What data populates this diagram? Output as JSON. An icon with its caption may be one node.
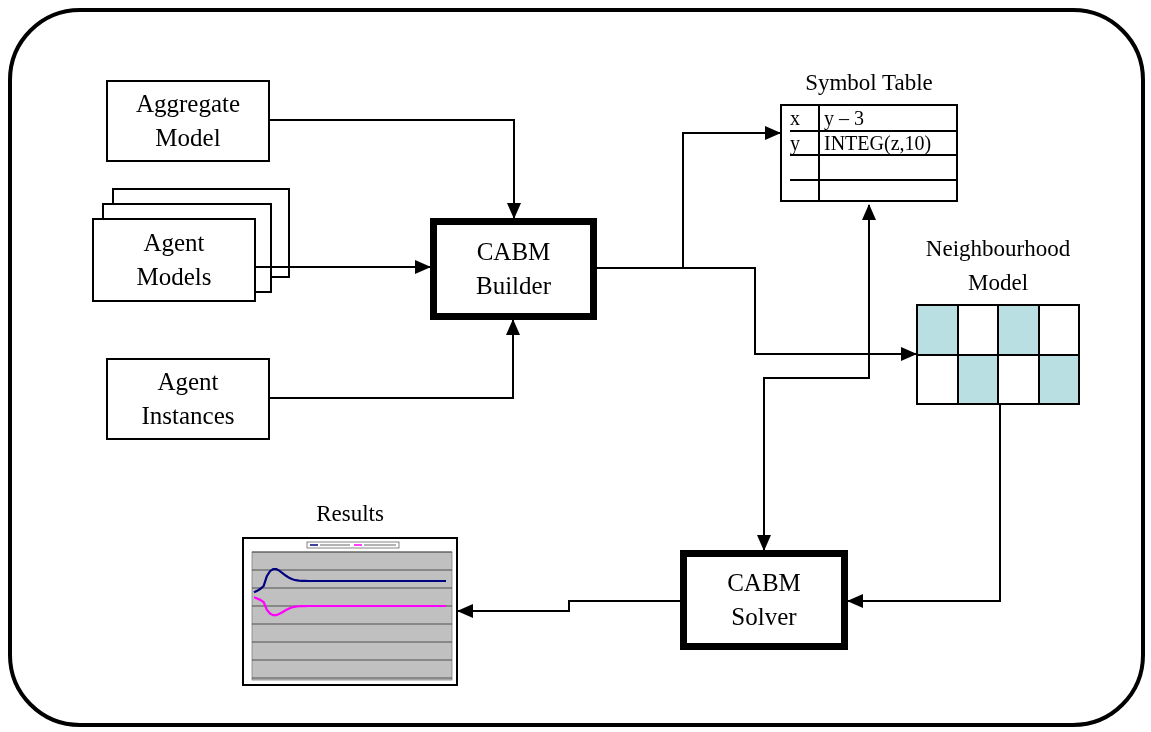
{
  "diagram": {
    "nodes": [
      {
        "text": [
          "Aggregate Model"
        ]
      },
      {
        "text": [
          "Agent Models"
        ]
      },
      {
        "text": [
          "Agent Instances"
        ]
      },
      {
        "text": [
          "CABM Builder"
        ]
      },
      {
        "text": [
          "Symbol Table"
        ]
      },
      {
        "text": [
          "Neighbourhood Model"
        ]
      },
      {
        "text": [
          "CABM Solver"
        ]
      },
      {
        "text": [
          "Results"
        ]
      }
    ],
    "edges": [
      {
        "from": 0,
        "to": 3,
        "arrow": "to"
      },
      {
        "from": 1,
        "to": 3,
        "arrow": "to"
      },
      {
        "from": 2,
        "to": 3,
        "arrow": "to"
      },
      {
        "from": 3,
        "to": 4,
        "arrow": "to"
      },
      {
        "from": 3,
        "to": 5,
        "arrow": "to"
      },
      {
        "from": 6,
        "to": 4,
        "arrow": "both"
      },
      {
        "from": 5,
        "to": 6,
        "arrow": "to"
      },
      {
        "from": 6,
        "to": 7,
        "arrow": "to"
      }
    ],
    "labels": [
      "x",
      "y – 3",
      "y",
      "INTEG(z,10)"
    ]
  }
}
